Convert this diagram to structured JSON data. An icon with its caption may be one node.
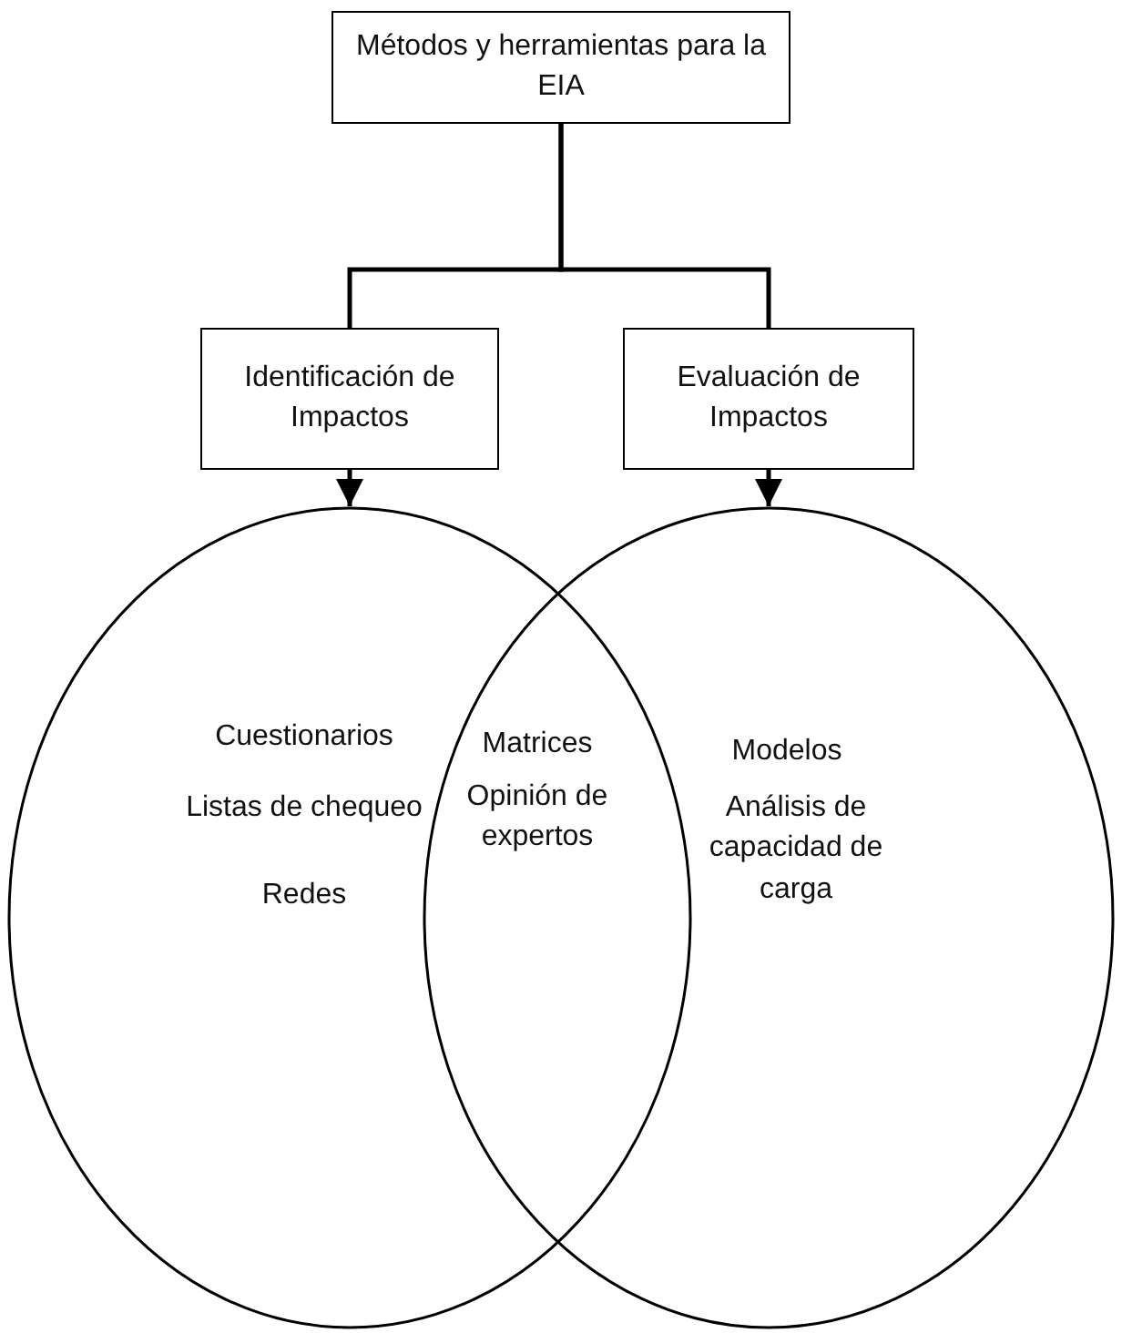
{
  "diagram": {
    "nodes": [
      {
        "text": [
          "Métodos y herramientas para la EIA"
        ]
      },
      {
        "text": [
          "Identificación de Impactos"
        ]
      },
      {
        "text": [
          "Evaluación de Impactos"
        ]
      },
      {
        "text": [
          "Cuestionarios",
          "Listas de chequeo",
          "Redes"
        ]
      },
      {
        "text": [
          "Modelos",
          "Análisis de capacidad de carga"
        ]
      }
    ],
    "edges": [
      {
        "from": 0,
        "to": 1,
        "arrow": "none"
      },
      {
        "from": 0,
        "to": 2,
        "arrow": "none"
      },
      {
        "from": 1,
        "to": 3,
        "arrow": "to"
      },
      {
        "from": 2,
        "to": 4,
        "arrow": "to"
      }
    ],
    "labels": [
      "Matrices",
      "Opinión de expertos"
    ]
  }
}
